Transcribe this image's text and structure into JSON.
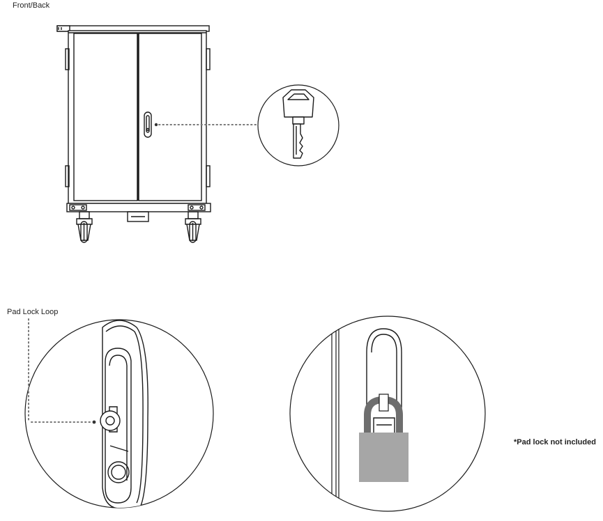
{
  "labels": {
    "front_back": "Front/Back",
    "pad_lock_loop": "Pad Lock Loop",
    "pad_lock_note": "*Pad lock not included"
  },
  "colors": {
    "line": "#1a1a1a",
    "dots": "#777777",
    "padlock_body": "#a6a6a6",
    "shackle": "#6e6e6e"
  }
}
